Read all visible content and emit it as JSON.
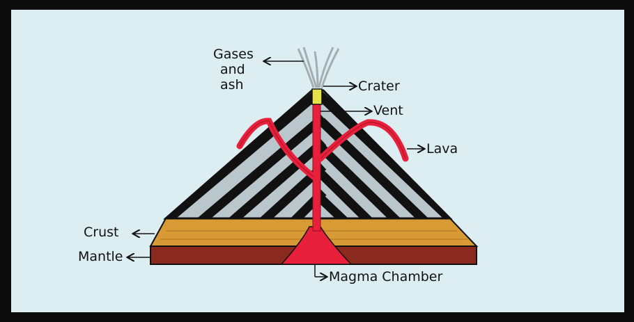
{
  "labels": {
    "gases_and_ash": [
      "Gases",
      "and",
      "ash"
    ],
    "crater": "Crater",
    "vent": "Vent",
    "lava": "Lava",
    "crust": "Crust",
    "mantle": "Mantle",
    "magma_chamber": "Magma Chamber"
  },
  "colors": {
    "background": "#dceef1",
    "frame": "#0c0c0c",
    "volcano_dark_stripe": "#111111",
    "volcano_light_stripe": "#b9c6cc",
    "magma": "#e8203c",
    "crater": "#e6e34a",
    "crust": "#d89a34",
    "mantle": "#8a2a1e",
    "smoke": "#9aa2a8"
  }
}
